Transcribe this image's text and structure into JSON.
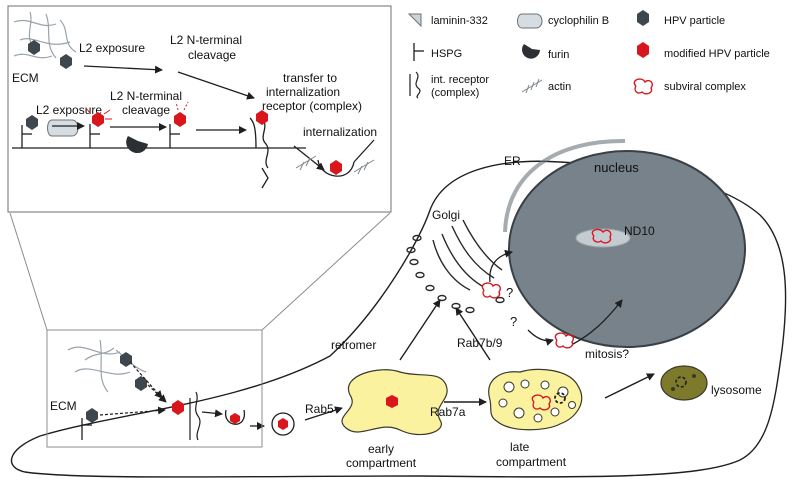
{
  "legend": {
    "laminin": "laminin-332",
    "hspg": "HSPG",
    "receptor_line1": "int. receptor",
    "receptor_line2": "(complex)",
    "cyclophilin": "cyclophilin B",
    "furin": "furin",
    "actin": "actin",
    "hpv": "HPV particle",
    "modified_hpv": "modified HPV particle",
    "subviral": "subviral complex"
  },
  "inset": {
    "ecm": "ECM",
    "l2_exposure_top": "L2 exposure",
    "l2_cleavage_top_1": "L2 N-terminal",
    "l2_cleavage_top_2": "cleavage",
    "transfer_1": "transfer to",
    "transfer_2": "internalization",
    "transfer_3": "receptor (complex)",
    "l2_exposure_bottom": "L2 exposure",
    "l2_cleavage_bottom_1": "L2 N-terminal",
    "l2_cleavage_bottom_2": "cleavage",
    "internalization": "internalization"
  },
  "cell": {
    "ecm": "ECM",
    "er": "ER",
    "nucleus": "nucleus",
    "nd10": "ND10",
    "golgi": "Golgi",
    "question1": "?",
    "question2": "?",
    "mitosis": "mitosis?",
    "retromer": "retromer",
    "rab7b9": "Rab7b/9",
    "rab5": "Rab5",
    "rab7a": "Rab7a",
    "early_1": "early",
    "early_2": "compartment",
    "late_1": "late",
    "late_2": "compartment",
    "lysosome": "lysosome"
  },
  "colors": {
    "hpv": "#3f474e",
    "modified_hpv": "#d9161b",
    "nucleus": "#77828a",
    "nucleus_outline": "#3a4046",
    "nd10": "#c4ccd1",
    "compartment": "#fbf29f",
    "compartment_outline": "#3b3a2a",
    "lysosome": "#7e7a2b",
    "cyclophilin": "#d6dde2",
    "furin": "#2c2f33",
    "ecm_fiber": "#9aa3ab",
    "line": "#1f1f1f"
  }
}
